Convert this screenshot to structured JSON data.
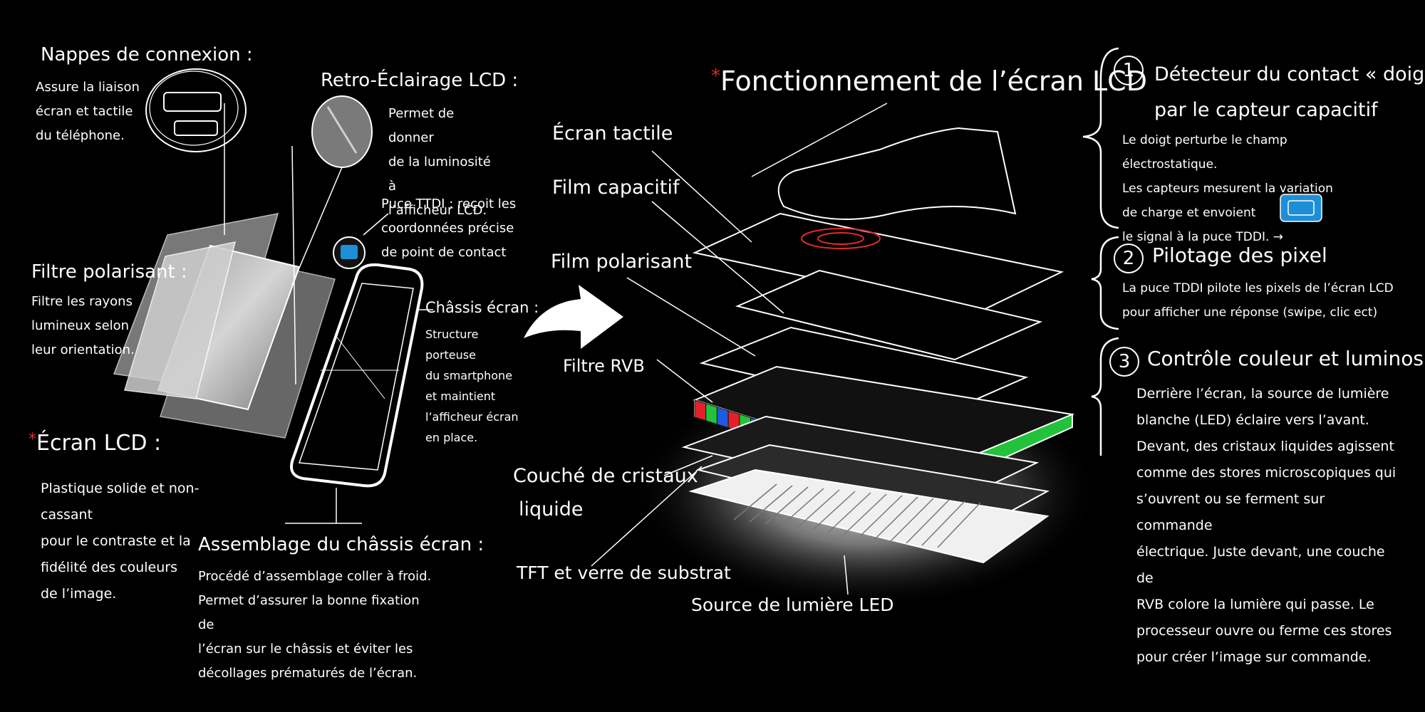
{
  "left": {
    "nappes": {
      "title": "Nappes de connexion :",
      "lines": [
        "Assure la liaison",
        "écran et tactile",
        "du téléphone."
      ]
    },
    "retro": {
      "title": "Retro-Éclairage LCD :",
      "lines": [
        "Permet de donner",
        "de la luminosité à",
        "l’afficheur LCD."
      ]
    },
    "puce": {
      "lines": [
        "Puce TTDI : reçoit les",
        "coordonnées précise",
        "de point de contact"
      ]
    },
    "filtre": {
      "title": "Filtre polarisant :",
      "lines": [
        "Filtre les rayons",
        "lumineux selon",
        "leur orientation."
      ]
    },
    "chassis": {
      "title": "Châssis écran :",
      "lines": [
        "Structure porteuse",
        "du smartphone",
        "et maintient",
        "l’afficheur écran",
        "en place."
      ]
    },
    "ecran": {
      "star": "*",
      "title": "Écran LCD :",
      "lines": [
        "Plastique solide et non-cassant",
        "pour le contraste et la",
        "fidélité des couleurs",
        "de l’image."
      ]
    },
    "assemblage": {
      "title": "Assemblage du châssis écran :",
      "lines": [
        "Procédé d’assemblage coller à froid.",
        "Permet d’assurer la bonne fixation de",
        "l’écran sur le châssis et éviter les",
        "décollages prématurés de l’écran."
      ]
    }
  },
  "center": {
    "star": "*",
    "title": "Fonctionnement de l’écran LCD",
    "labels": {
      "ecran_tactile": "Écran tactile",
      "film_capacitif": "Film capacitif",
      "film_polarisant": "Film polarisant",
      "filtre_rvb": "Filtre RVB",
      "cristaux_1": "Couché de cristaux",
      "cristaux_2": "liquide",
      "tft": "TFT et verre de substrat",
      "led": "Source de lumière LED"
    }
  },
  "right": {
    "steps": [
      {
        "num": "1",
        "title_lines": [
          "Détecteur du contact « doigt »",
          "par le capteur capacitif"
        ],
        "lines": [
          "Le doigt perturbe le champ électrostatique.",
          "Les capteurs mesurent la variation",
          "de charge et envoient",
          "le signal à la puce TDDI. →"
        ]
      },
      {
        "num": "2",
        "title_lines": [
          "Pilotage des pixel"
        ],
        "lines": [
          "La puce TDDI pilote les pixels de l’écran LCD",
          "pour afficher une réponse (swipe, clic ect)"
        ]
      },
      {
        "num": "3",
        "title_lines": [
          "Contrôle couleur et luminosité"
        ],
        "lines": [
          "Derrière l’écran, la source de lumière",
          "blanche (LED) éclaire vers l’avant.",
          "Devant, des cristaux liquides agissent",
          "comme des stores microscopiques qui",
          "s’ouvrent ou se ferment sur commande",
          "électrique. Juste devant, une couche de",
          "RVB colore la lumière qui passe. Le",
          "processeur ouvre ou ferme ces stores",
          "pour créer l’image sur commande."
        ]
      }
    ]
  },
  "colors": {
    "background": "#000000",
    "text": "#ffffff",
    "accent_star": "#e02a2a",
    "chip_blue": "#1e8fd6",
    "rgb_red": "#e5202a",
    "rgb_green": "#22c23a",
    "rgb_blue": "#1f5be0"
  }
}
